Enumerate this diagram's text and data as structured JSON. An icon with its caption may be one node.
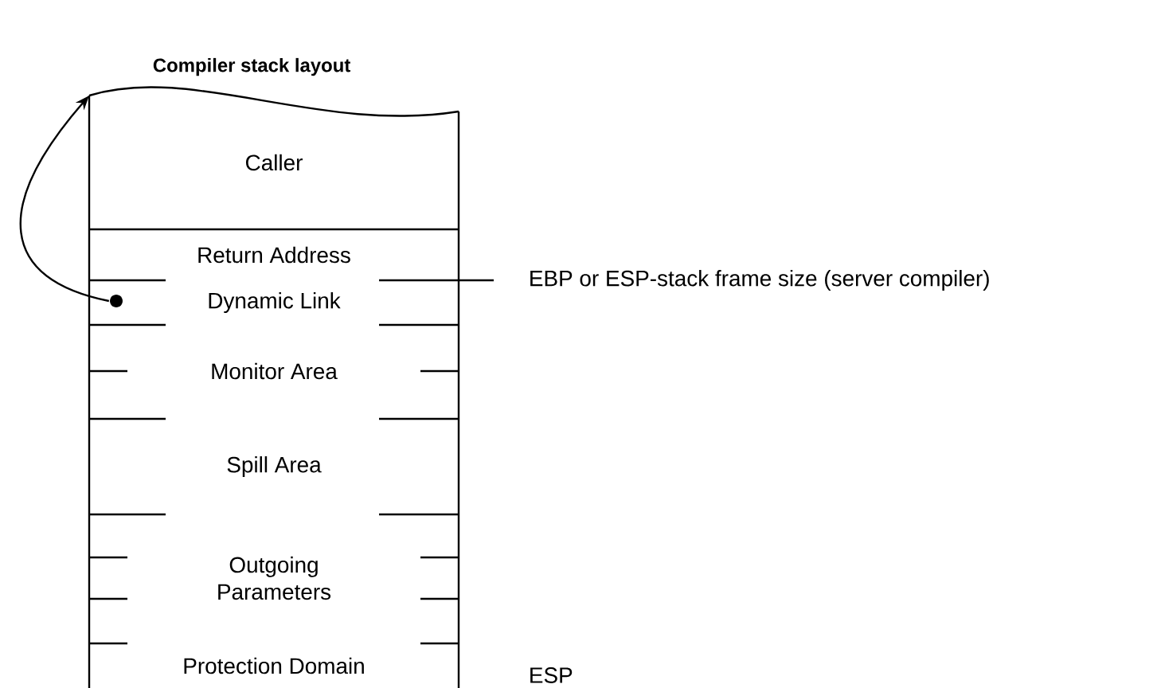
{
  "diagram": {
    "title": "Compiler stack layout",
    "nodes": [
      {
        "text": [
          "Caller"
        ]
      },
      {
        "text": [
          "Return Address"
        ]
      },
      {
        "text": [
          "Dynamic Link"
        ]
      },
      {
        "text": [
          "Monitor Area"
        ]
      },
      {
        "text": [
          "Spill Area"
        ]
      },
      {
        "text": [
          "Outgoing Parameters"
        ]
      },
      {
        "text": [
          "Protection Domain"
        ]
      },
      {
        "text": [],
        "shape": "circle"
      }
    ],
    "edges": [
      {
        "from": 7,
        "to": 0,
        "arrow": "to"
      }
    ],
    "labels": [
      "EBP or ESP-stack frame size (server compiler)",
      "ESP"
    ]
  }
}
